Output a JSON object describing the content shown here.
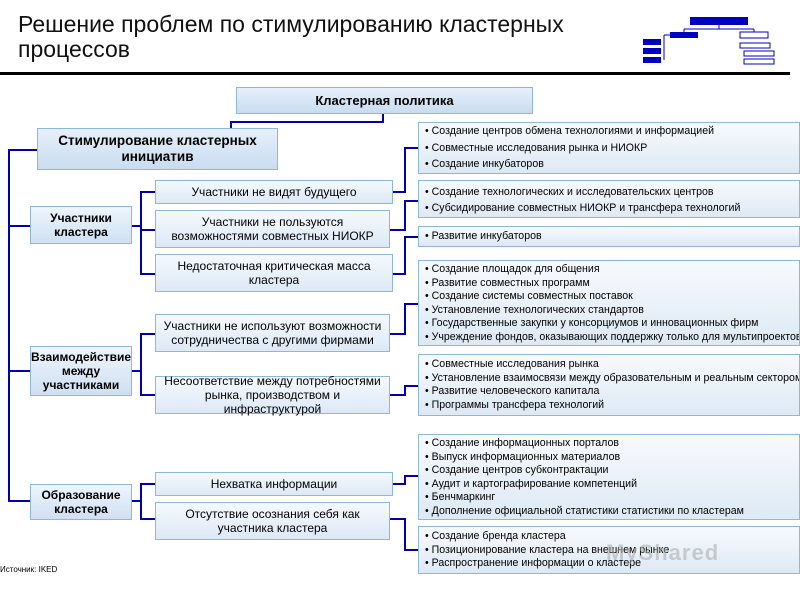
{
  "title": "Решение проблем по стимулированию кластерных процессов",
  "policy": "Кластерная политика",
  "initiative": "Стимулирование кластерных инициатив",
  "categories": [
    "Участники кластера",
    "Взаимодействие между участниками",
    "Образование кластера"
  ],
  "problems": [
    "Участники не видят будущего",
    "Участники не пользуются возможностями совместных НИОКР",
    "Недостаточная критическая масса кластера",
    "Участники не используют возможности сотрудничества с другими фирмами",
    "Несоответствие между потребностями рынка, производством и инфраструктурой",
    "Нехватка информации",
    "Отсутствие осознания себя как участника кластера"
  ],
  "solutions": [
    [
      "Создание центров обмена технологиями и информацией",
      "Совместные исследования рынка и НИОКР",
      "Создание инкубаторов"
    ],
    [
      "Создание технологических и исследовательских центров",
      "Субсидирование совместных НИОКР и трансфера технологий"
    ],
    [
      "Развитие инкубаторов"
    ],
    [
      "Создание площадок для общения",
      "Развитие совместных программ",
      "Создание системы совместных поставок",
      "Установление технологических стандартов",
      "Государственные закупки у консорциумов и инновационных фирм",
      "Учреждение фондов, оказывающих поддержку только для мультипроектов"
    ],
    [
      "Совместные исследования рынка",
      "Установление взаимосвязи между образовательным и реальным сектором",
      "Развитие человеческого капитала",
      "Программы трансфера технологий"
    ],
    [
      "Создание информационных порталов",
      "Выпуск информационных материалов",
      "Создание центров субконтрактации",
      "Аудит и картографирование компетенций",
      "Бенчмаркинг",
      "Дополнение официальной статистики статистики по кластерам"
    ],
    [
      "Создание бренда кластера",
      "Позиционирование кластера на внешнем рынке",
      "Распространение информации о кластере"
    ]
  ],
  "source": "Источник: IKED",
  "watermark": "MyShared",
  "colors": {
    "line": "#0000b0",
    "box_border": "#8fb7dc",
    "box_fill": "#dce9f6"
  }
}
